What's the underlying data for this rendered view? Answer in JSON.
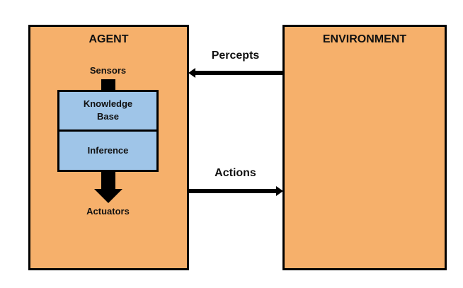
{
  "agent": {
    "title": "AGENT",
    "sensors_label": "Sensors",
    "knowledge_base_label_line1": "Knowledge",
    "knowledge_base_label_line2": "Base",
    "inference_label": "Inference",
    "actuators_label": "Actuators"
  },
  "environment": {
    "title": "ENVIRONMENT"
  },
  "arrows": {
    "percepts_label": "Percepts",
    "actions_label": "Actions"
  },
  "colors": {
    "box_fill": "#f6b06b",
    "inner_fill": "#9fc5e8",
    "stroke": "#000000"
  }
}
